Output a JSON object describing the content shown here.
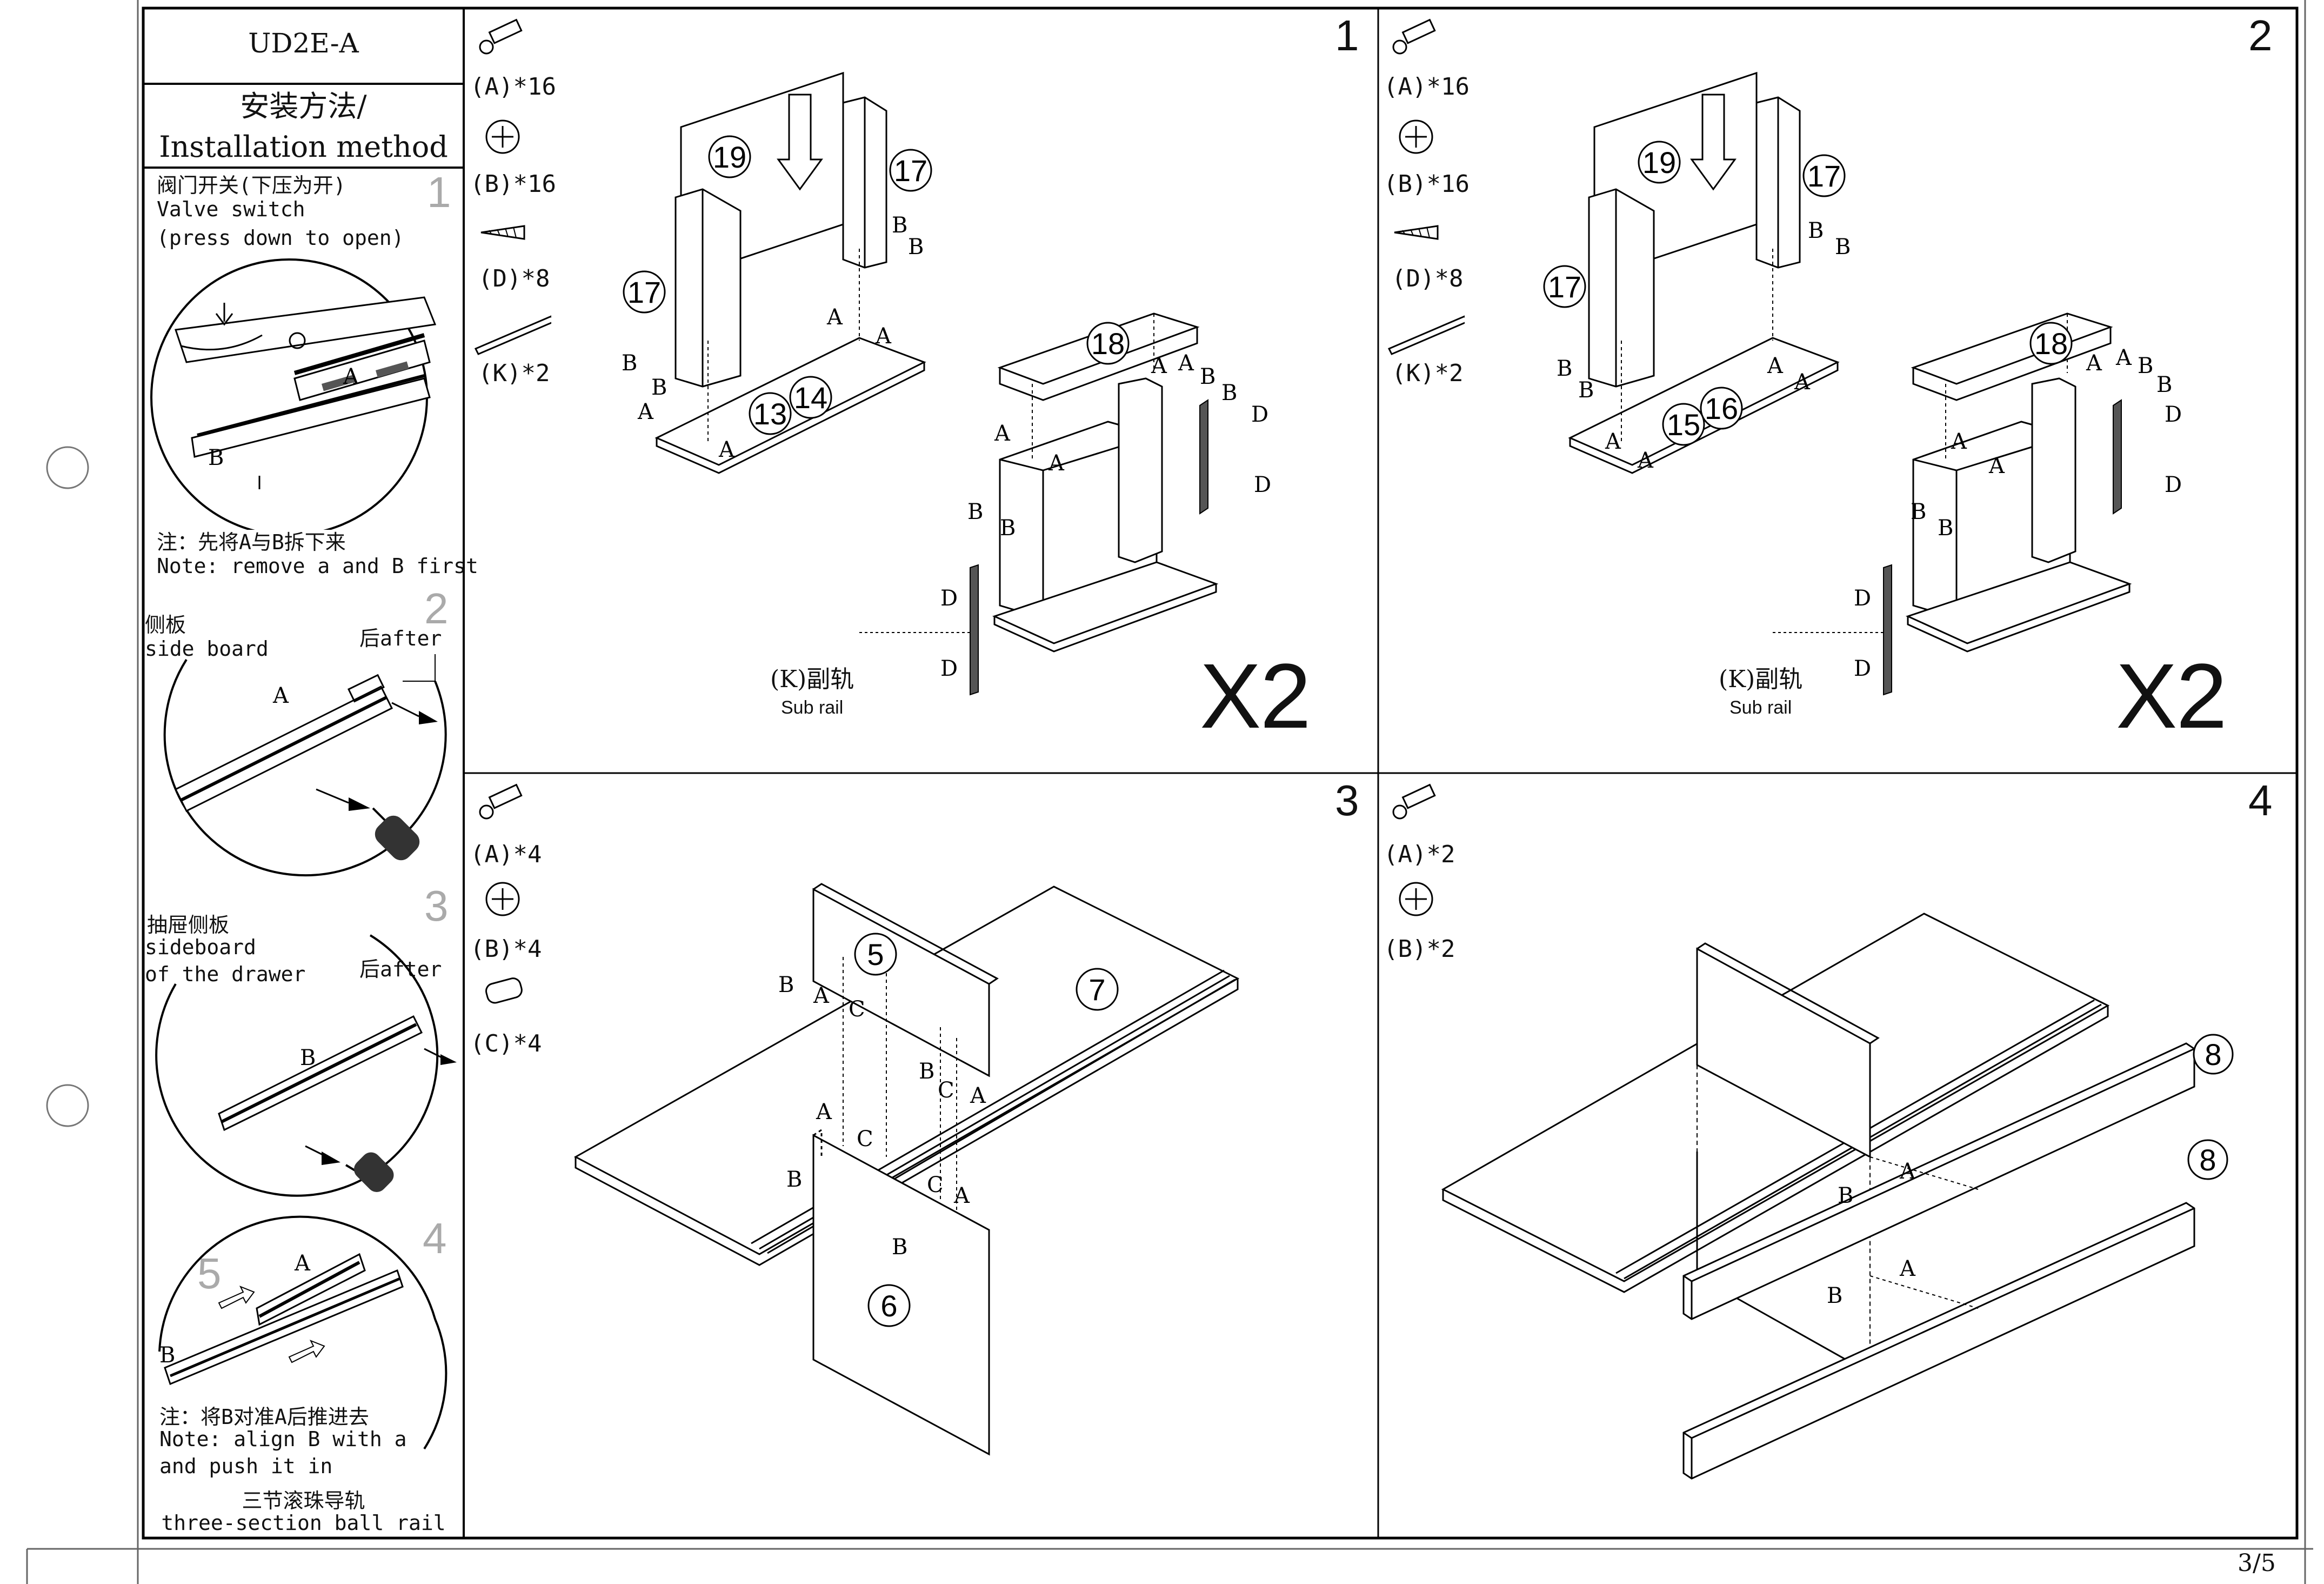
{
  "model": "UD2E-A",
  "method_title_cn": "安装方法/",
  "method_title_en": "Installation method",
  "side_steps": [
    {
      "num": "1",
      "cn": "阀门开关(下压为开)",
      "en1": "Valve switch",
      "en2": "(press down to open)",
      "note_cn": "注：先将A与B拆下来",
      "note_en": "Note: remove a and B first"
    },
    {
      "num": "2",
      "cn": "侧板",
      "en1": "side board",
      "after": "后after"
    },
    {
      "num": "3",
      "cn": "抽屉侧板",
      "en1": "sideboard",
      "en2": "of the drawer",
      "after": "后after"
    },
    {
      "num": "4",
      "num2": "5",
      "note_cn": "注：将B对准A后推进去",
      "note_en1": "Note: align B with a",
      "note_en2": "and push it in",
      "rail_cn": "三节滚珠导轨",
      "rail_en": "three-section ball rail"
    }
  ],
  "steps": [
    {
      "num": "1",
      "hardware": [
        "(A)*16",
        "(B)*16",
        "(D)*8",
        "(K)*2"
      ],
      "parts": [
        "19",
        "17",
        "17",
        "13",
        "14",
        "18"
      ],
      "sub_rail_cn": "(K)副轨",
      "sub_rail_en": "Sub rail",
      "multiplier": "X2"
    },
    {
      "num": "2",
      "hardware": [
        "(A)*16",
        "(B)*16",
        "(D)*8",
        "(K)*2"
      ],
      "parts": [
        "19",
        "17",
        "17",
        "15",
        "16",
        "18"
      ],
      "sub_rail_cn": "(K)副轨",
      "sub_rail_en": "Sub rail",
      "multiplier": "X2"
    },
    {
      "num": "3",
      "hardware": [
        "(A)*4",
        "(B)*4",
        "(C)*4"
      ],
      "parts": [
        "5",
        "7",
        "6"
      ]
    },
    {
      "num": "4",
      "hardware": [
        "(A)*2",
        "(B)*2"
      ],
      "parts": [
        "8",
        "8"
      ]
    }
  ],
  "page": "3/5",
  "icons": [
    "cam-bolt-icon",
    "cam-lock-icon",
    "screw-icon",
    "rail-icon",
    "dowel-icon",
    "binder-hole-icon",
    "arrow-down-icon"
  ]
}
